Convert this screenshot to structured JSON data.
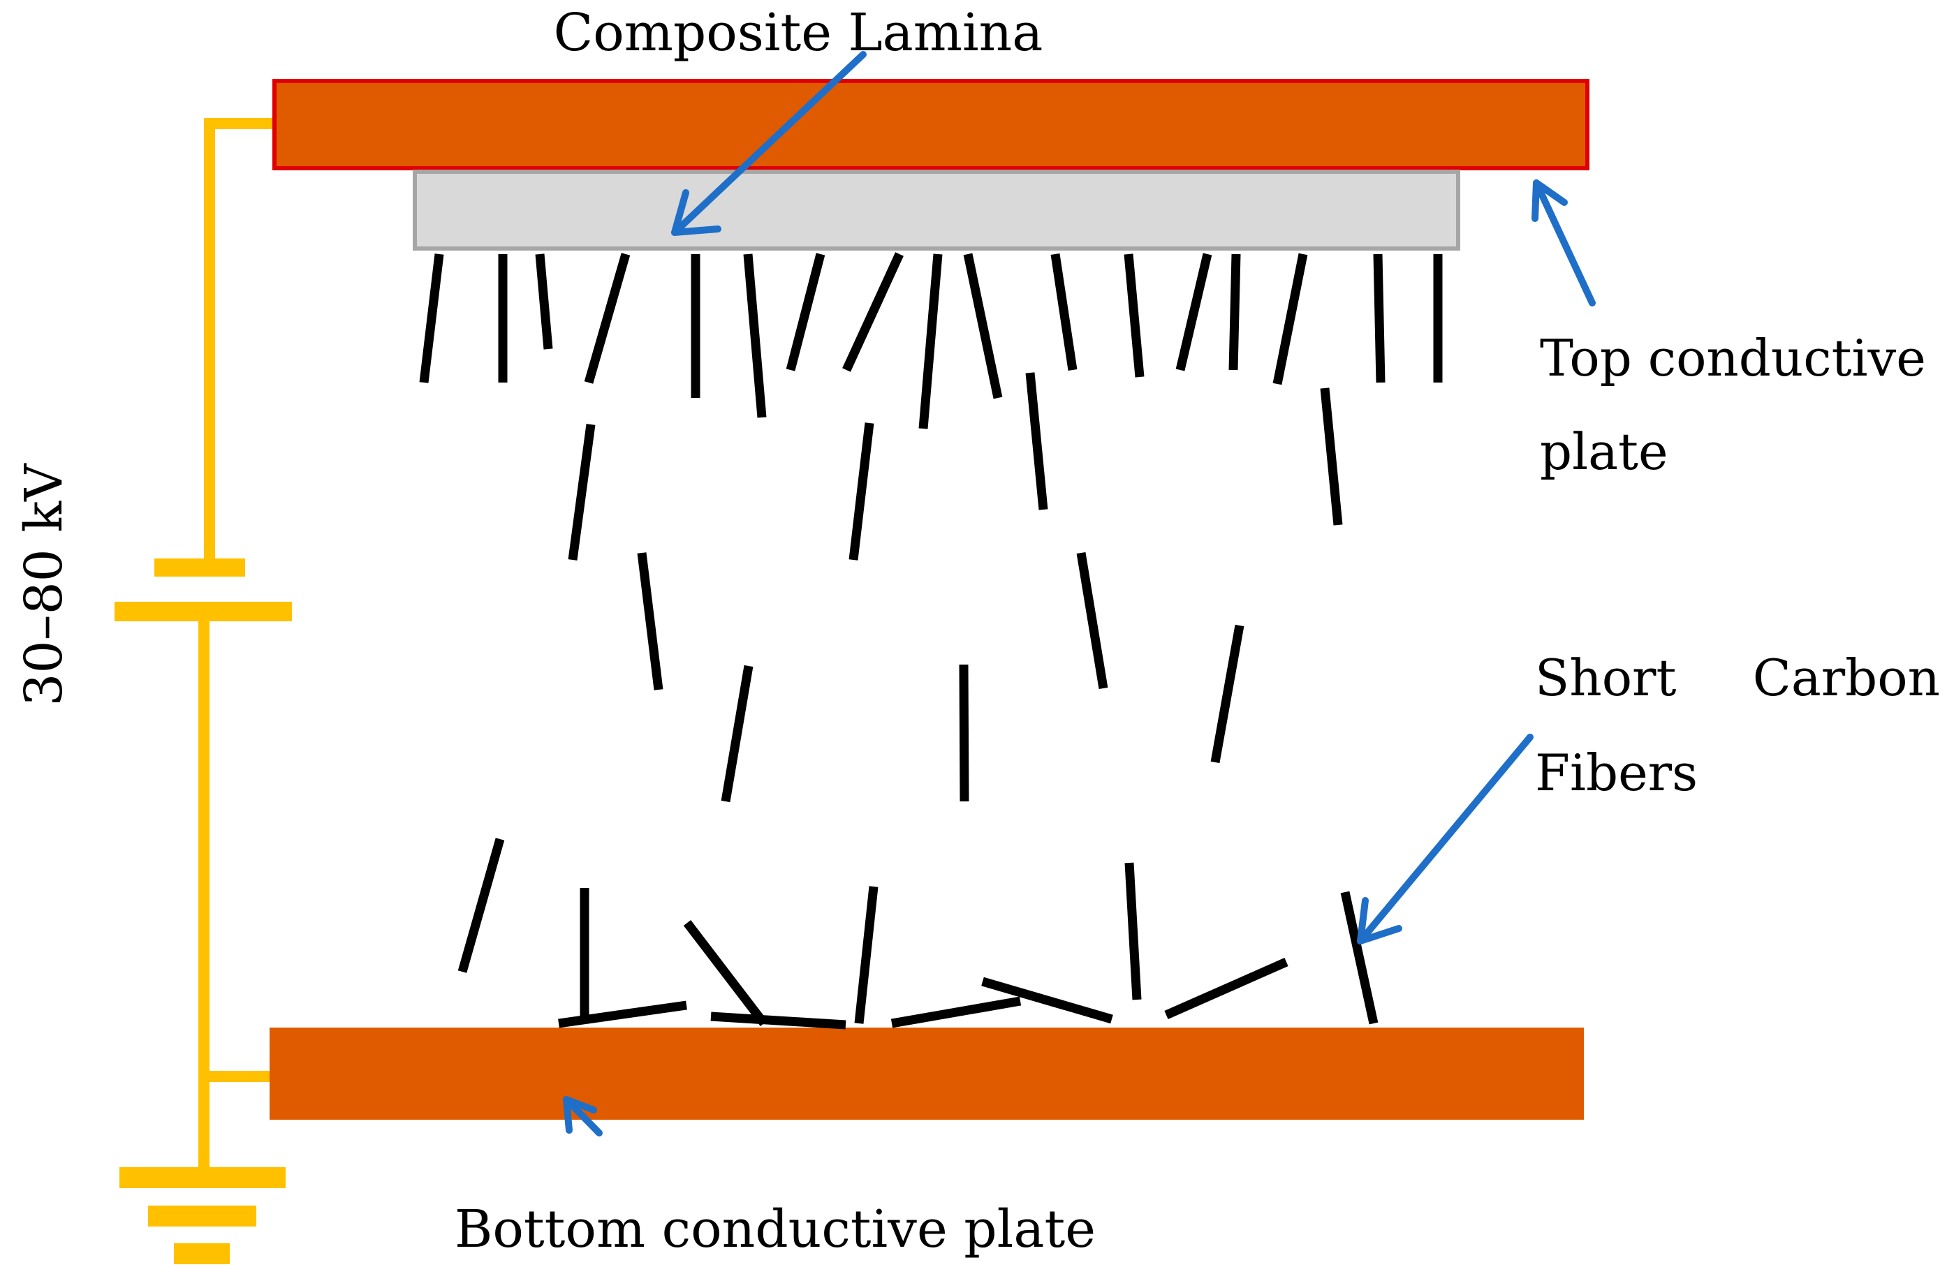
{
  "labels": {
    "composite_lamina": "Composite Lamina",
    "top_plate_line1": "Top conductive",
    "top_plate_line2": "plate",
    "fibers_word1": "Short",
    "fibers_word2": "Carbon",
    "fibers_line2": "Fibers",
    "bottom_plate": "Bottom conductive plate",
    "voltage": "30–80 kV"
  },
  "colors": {
    "plate_fill": "#e05a00",
    "top_plate_border": "#e00000",
    "lamina_fill": "#d9d9d9",
    "lamina_border": "#a6a6a6",
    "wire": "#ffc000",
    "arrow": "#1f6fc8",
    "fiber": "#000000"
  }
}
